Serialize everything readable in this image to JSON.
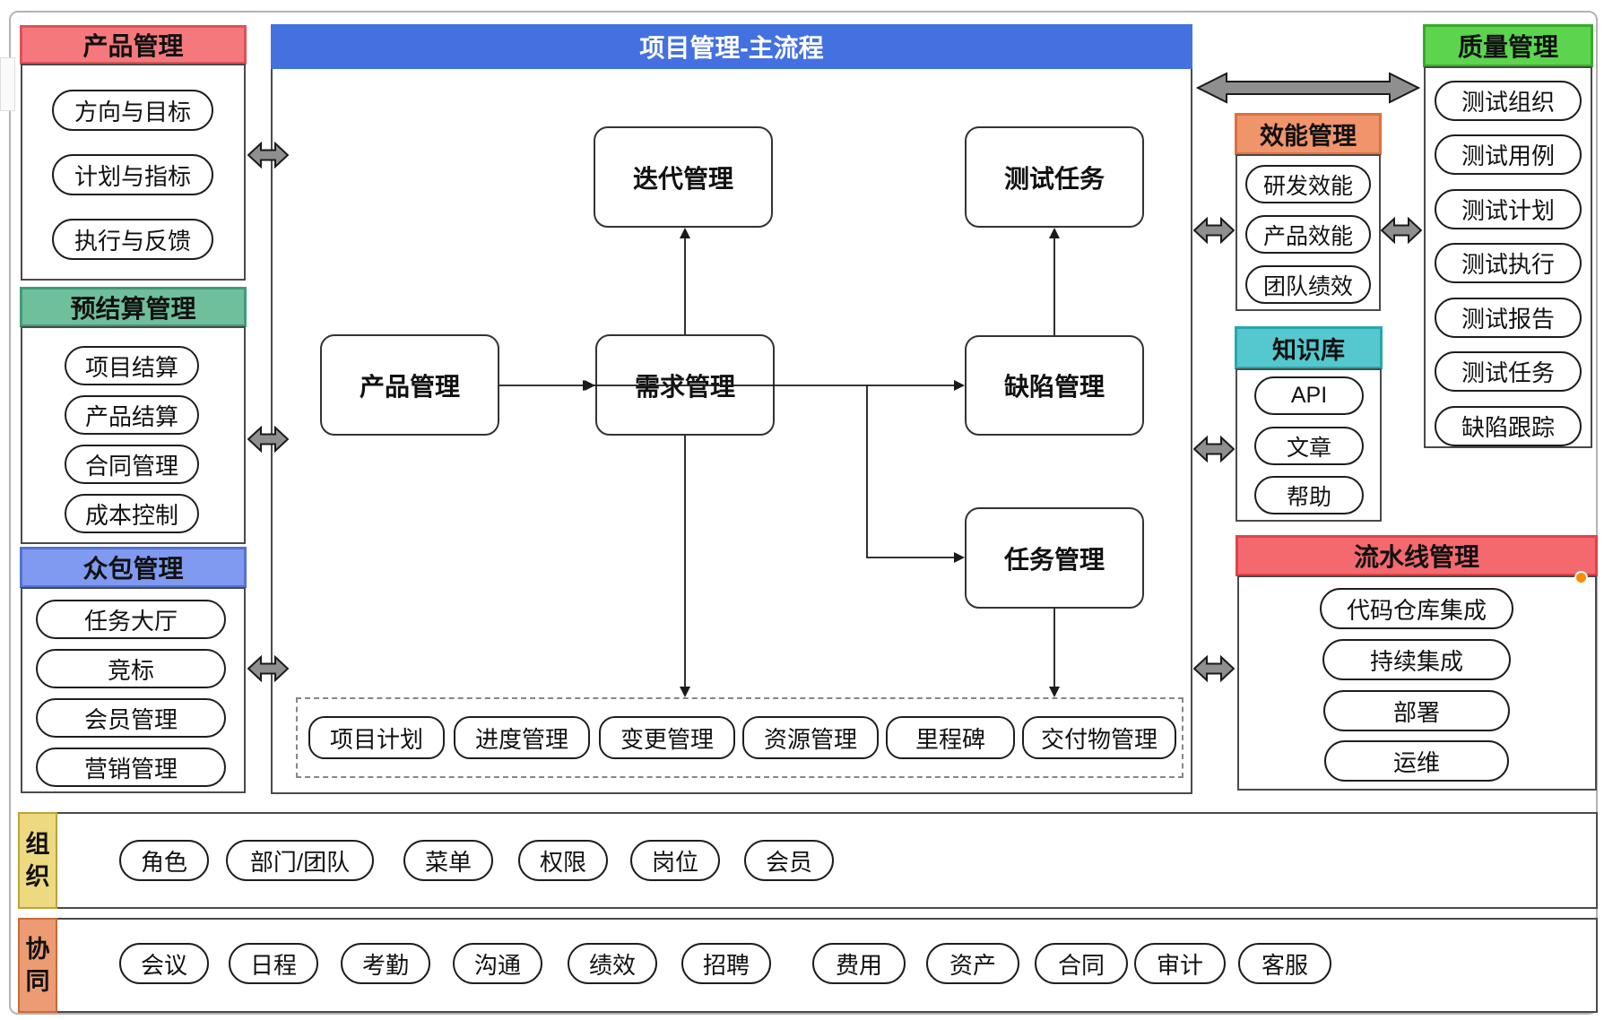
{
  "diagram_title": "项目管理-主流程",
  "colors": {
    "red_header": "#F5797C",
    "red_header_border": "#DE5156",
    "green_header": "#6FBE9C",
    "green_header_border": "#3F9B78",
    "blue_header": "#7F9AF0",
    "blue_header_border": "#5472D4",
    "main_panel_header": "#4471E0",
    "orange_header": "#F0946B",
    "orange_header_border": "#DE7040",
    "teal_header": "#54C8CE",
    "teal_header_border": "#27A7AE",
    "bright_green_header": "#5CD44E",
    "bright_green_header_border": "#35AC28",
    "pipeline_red_header": "#F4696E",
    "pipeline_red_border": "#E04348",
    "org_yellow_label": "#EDD97F",
    "org_yellow_border": "#BCA23B",
    "collab_orange_label": "#EC9B72",
    "collab_orange_border": "#C96A3A",
    "arrow_fill": "#8F8F8F",
    "orange_dot": "#FB8C00"
  },
  "left_column": {
    "boxes": [
      {
        "title": "产品管理",
        "items": [
          "方向与目标",
          "计划与指标",
          "执行与反馈"
        ]
      },
      {
        "title": "预结算管理",
        "items": [
          "项目结算",
          "产品结算",
          "合同管理",
          "成本控制"
        ]
      },
      {
        "title": "众包管理",
        "items": [
          "任务大厅",
          "竞标",
          "会员管理",
          "营销管理"
        ]
      }
    ]
  },
  "main_panel": {
    "title": "项目管理-主流程",
    "nodes": [
      "迭代管理",
      "测试任务",
      "产品管理",
      "需求管理",
      "缺陷管理",
      "任务管理"
    ],
    "sub_items": [
      "项目计划",
      "进度管理",
      "变更管理",
      "资源管理",
      "里程碑",
      "交付物管理"
    ]
  },
  "right_mid_column": {
    "boxes": [
      {
        "title": "效能管理",
        "items": [
          "研发效能",
          "产品效能",
          "团队绩效"
        ]
      },
      {
        "title": "知识库",
        "items": [
          "API",
          "文章",
          "帮助"
        ]
      },
      {
        "title": "流水线管理",
        "items": [
          "代码仓库集成",
          "持续集成",
          "部署",
          "运维"
        ]
      }
    ]
  },
  "right_column": {
    "title": "质量管理",
    "items": [
      "测试组织",
      "测试用例",
      "测试计划",
      "测试执行",
      "测试报告",
      "测试任务",
      "缺陷跟踪"
    ]
  },
  "bottom_rows": [
    {
      "label": "组织",
      "items": [
        "角色",
        "部门/团队",
        "菜单",
        "权限",
        "岗位",
        "会员"
      ]
    },
    {
      "label": "协同",
      "items": [
        "会议",
        "日程",
        "考勤",
        "沟通",
        "绩效",
        "招聘",
        "费用",
        "资产",
        "合同",
        "审计",
        "客服"
      ]
    }
  ]
}
